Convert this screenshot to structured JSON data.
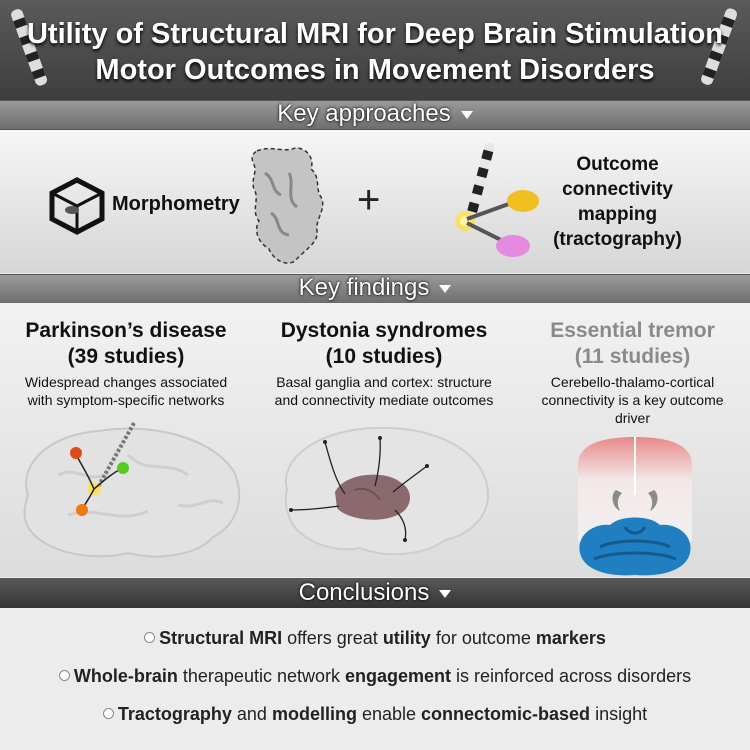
{
  "title": {
    "line1": "Utility of Structural MRI for Deep Brain Stimulation",
    "line2": "Motor Outcomes in Movement Disorders"
  },
  "key_approaches": {
    "heading": "Key approaches",
    "morphometry": "Morphometry",
    "plus": "+",
    "mapping_lines": [
      "Outcome",
      "connectivity",
      "mapping",
      "(tractography)"
    ]
  },
  "key_findings": {
    "heading": "Key findings",
    "diseases": [
      {
        "name": "Parkinson’s disease",
        "studies": "(39 studies)",
        "desc": [
          "Widespread changes associated",
          "with symptom-specific networks"
        ],
        "color": "#111111"
      },
      {
        "name": "Dystonia syndromes",
        "studies": "(10 studies)",
        "desc": [
          "Basal ganglia and cortex: structure",
          "and connectivity mediate outcomes"
        ],
        "color": "#111111"
      },
      {
        "name": "Essential tremor",
        "studies": "(11 studies)",
        "desc": [
          "Cerebello-thalamo-cortical",
          "connectivity is a key outcome",
          "driver"
        ],
        "color": "#8a8a8a"
      }
    ]
  },
  "conclusions": {
    "heading": "Conclusions",
    "items": [
      [
        {
          "t": "Structural MRI",
          "b": true
        },
        {
          "t": " offers great ",
          "b": false
        },
        {
          "t": "utility",
          "b": true
        },
        {
          "t": " for outcome ",
          "b": false
        },
        {
          "t": "markers",
          "b": true
        }
      ],
      [
        {
          "t": "Whole-brain",
          "b": true
        },
        {
          "t": " therapeutic network ",
          "b": false
        },
        {
          "t": "engagement",
          "b": true
        },
        {
          "t": " is reinforced across disorders",
          "b": false
        }
      ],
      [
        {
          "t": "Tractography",
          "b": true
        },
        {
          "t": " and ",
          "b": false
        },
        {
          "t": "modelling",
          "b": true
        },
        {
          "t": " enable ",
          "b": false
        },
        {
          "t": "connectomic-based",
          "b": true
        },
        {
          "t": " insight",
          "b": false
        }
      ]
    ]
  },
  "colors": {
    "pd_red": "#e04a1a",
    "pd_green": "#55cc22",
    "pd_orange": "#f07a10",
    "glow": "#ffe14a",
    "thalamus": "#8a6a6e",
    "cerebellum": "#1f7fc0",
    "cortex_red": "#e88a8a"
  }
}
